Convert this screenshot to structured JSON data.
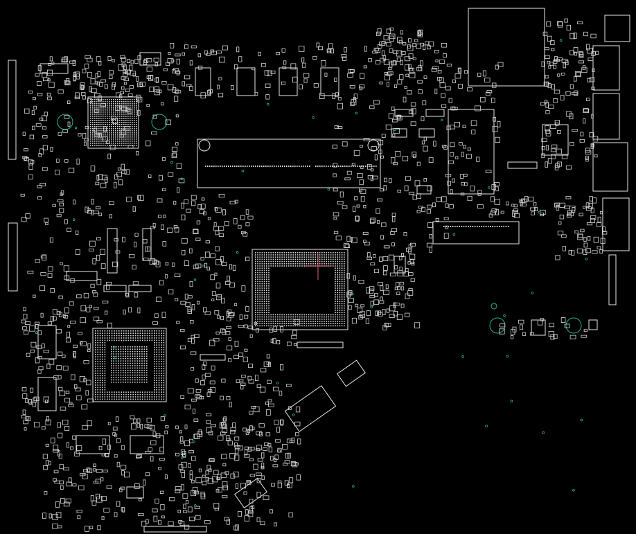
{
  "viewer": {
    "background": "#000000",
    "outline_color": "#e8e8e8",
    "pad_color": "#d8d8d8",
    "via_color": "#1fb39a",
    "cursor_color": "#e0606a"
  },
  "board": {
    "type": "pcb-layout-boardview",
    "labels_visible": false,
    "main_components": [
      {
        "id": "cpu-bga",
        "icon": "bga-grid-icon"
      },
      {
        "id": "pch-bga",
        "icon": "bga-grid-icon"
      },
      {
        "id": "gpu-bga",
        "icon": "bga-grid-icon"
      },
      {
        "id": "sodimm-slot",
        "icon": "slot-connector-icon"
      },
      {
        "id": "memory-chips",
        "icon": "tsop-chip-icon"
      },
      {
        "id": "usb-ports",
        "icon": "port-icon"
      },
      {
        "id": "fpc-connectors",
        "icon": "ribbon-connector-icon"
      },
      {
        "id": "mounting-holes",
        "icon": "ring-icon"
      }
    ]
  }
}
